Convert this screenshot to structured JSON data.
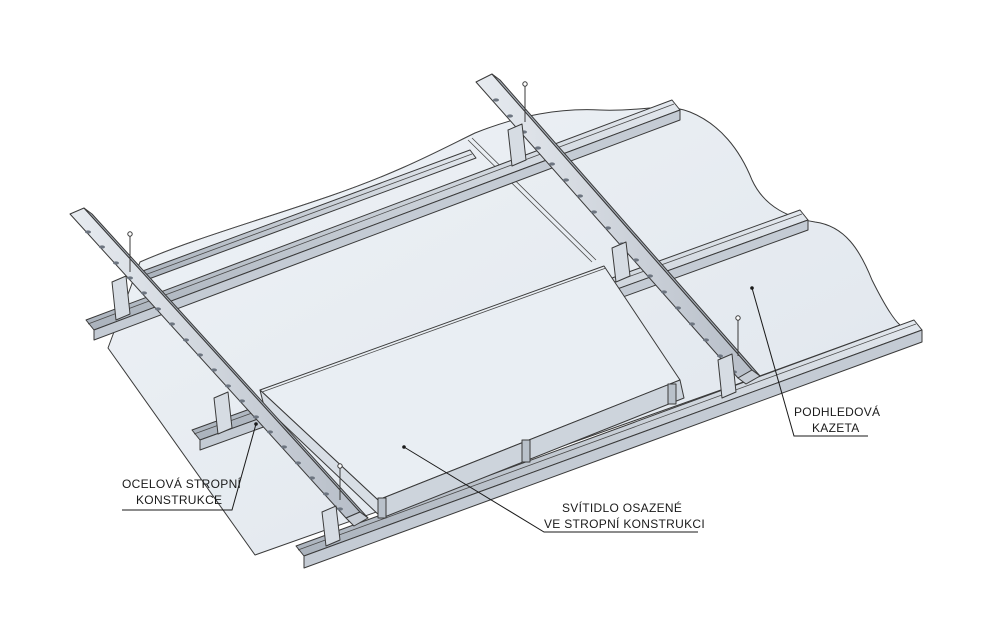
{
  "diagram": {
    "colors": {
      "background": "#ffffff",
      "panel_fill": "#e6ebf1",
      "panel_edge": "#3a3a3a",
      "rail_fill": "#d5dbe3",
      "rail_dark": "#9aa3ae",
      "beam_fill": "#dde2e8",
      "beam_dark": "#a9b1bb",
      "hole": "#6d7580",
      "text": "#1a1a1a"
    },
    "callouts": {
      "steel_structure": {
        "line1": "OCELOVÁ STROPNÍ",
        "line2": "KONSTRUKCE"
      },
      "luminaire": {
        "line1": "SVÍTIDLO OSAZENÉ",
        "line2": "VE STROPNÍ KONSTRUKCI"
      },
      "cassette": {
        "line1": "PODHLEDOVÁ",
        "line2": "KAZETA"
      }
    }
  }
}
